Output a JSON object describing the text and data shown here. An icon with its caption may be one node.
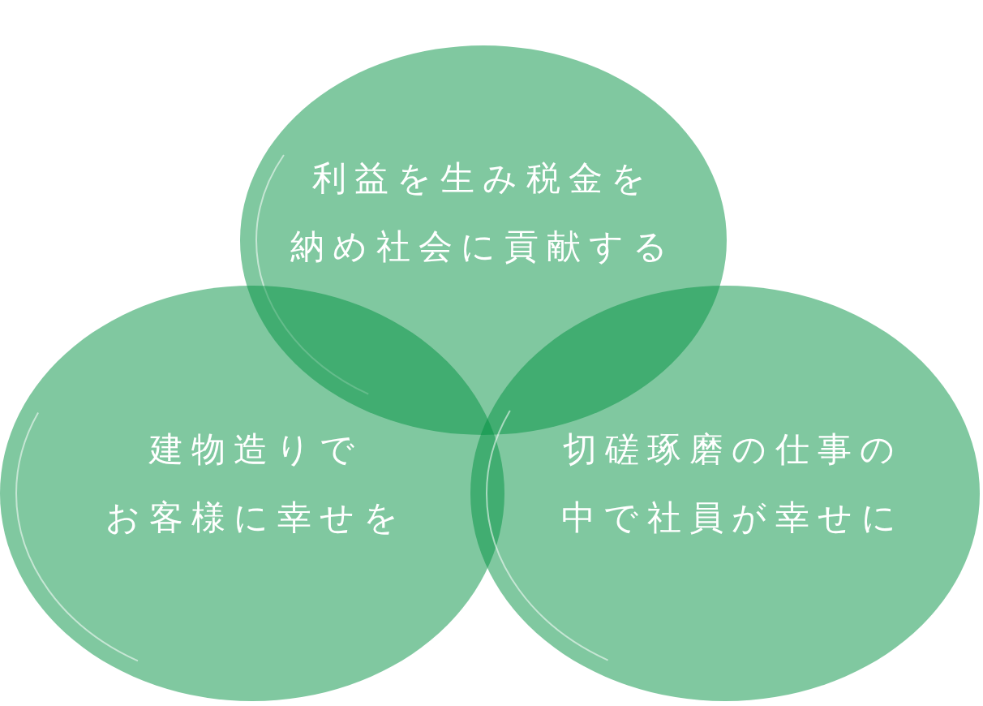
{
  "diagram": {
    "nodes": [
      {
        "text": [
          "利益を生み税金を納め社会に貢献する"
        ]
      },
      {
        "text": [
          "建物造りでお客様に幸せを"
        ]
      },
      {
        "text": [
          "切磋琢磨の仕事の中で社員が幸せに"
        ]
      }
    ]
  }
}
